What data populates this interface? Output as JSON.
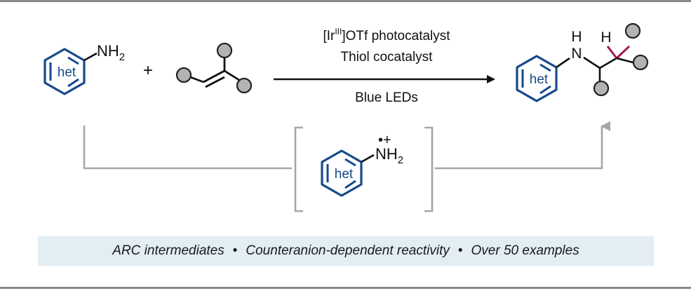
{
  "reaction": {
    "substrate_het_label": "het",
    "amine_group": "NH",
    "amine_subscript": "2",
    "plus_sign": "+",
    "conditions": {
      "catalyst_prefix": "[Ir",
      "catalyst_superscript": "III",
      "catalyst_suffix": "]OTf photocatalyst",
      "cocatalyst": "Thiol cocatalyst",
      "light": "Blue LEDs"
    },
    "product": {
      "het_label": "het",
      "nitrogen_label": "N",
      "nh_hydrogen": "H",
      "added_hydrogen": "H"
    },
    "intermediate": {
      "het_label": "het",
      "radical_cation_symbol": "•+",
      "amine_group": "NH",
      "amine_subscript": "2"
    }
  },
  "caption": {
    "items": [
      "ARC intermediates",
      "Counteranion-dependent reactivity",
      "Over 50 examples"
    ],
    "separator": "•"
  },
  "colors": {
    "het_ring": "#174a8b",
    "new_bond": "#a3174f",
    "arrow_gray": "#a6a6a6",
    "circle_fill": "#b3b3b3",
    "caption_bg": "#e3edf4"
  }
}
